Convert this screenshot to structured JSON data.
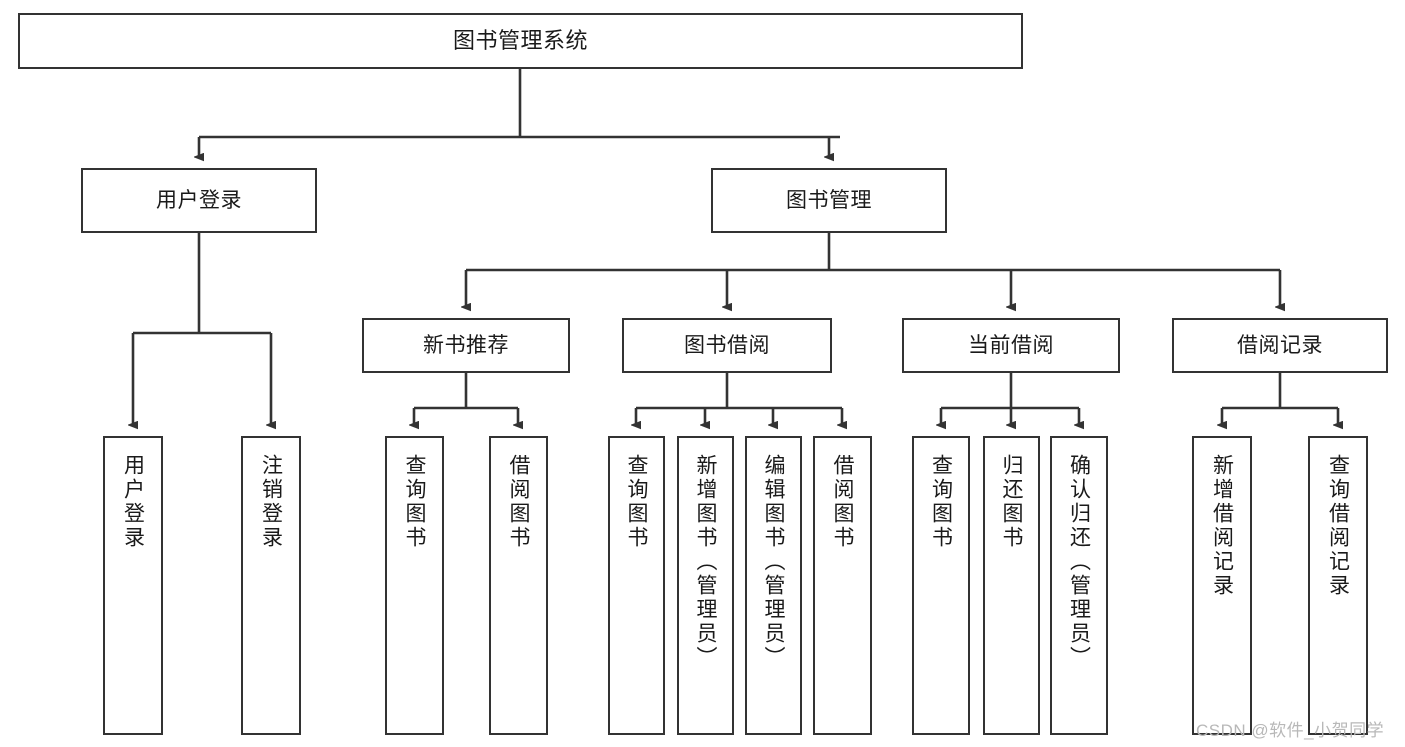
{
  "diagram": {
    "title": "图书管理系统",
    "watermark": "CSDN @软件_小贺同学",
    "colors": {
      "box_border": "#333333",
      "box_fill": "#ffffff",
      "edge": "#333333",
      "text": "#1a1a1a",
      "watermark": "#b8b8b8",
      "background": "#ffffff"
    },
    "root": {
      "label": "图书管理系统"
    },
    "level2": [
      {
        "label": "用户登录"
      },
      {
        "label": "图书管理"
      }
    ],
    "level3": [
      {
        "label": "新书推荐"
      },
      {
        "label": "图书借阅"
      },
      {
        "label": "当前借阅"
      },
      {
        "label": "借阅记录"
      }
    ],
    "leaves_user_login": [
      {
        "label": "用户登录"
      },
      {
        "label": "注销登录"
      }
    ],
    "leaves_new_book": [
      {
        "label": "查询图书"
      },
      {
        "label": "借阅图书"
      }
    ],
    "leaves_borrow": [
      {
        "label": "查询图书"
      },
      {
        "label": "新增图书（管理员）"
      },
      {
        "label": "编辑图书（管理员）"
      },
      {
        "label": "借阅图书"
      }
    ],
    "leaves_current": [
      {
        "label": "查询图书"
      },
      {
        "label": "归还图书"
      },
      {
        "label": "确认归还（管理员）"
      }
    ],
    "leaves_records": [
      {
        "label": "新增借阅记录"
      },
      {
        "label": "查询借阅记录"
      }
    ]
  }
}
